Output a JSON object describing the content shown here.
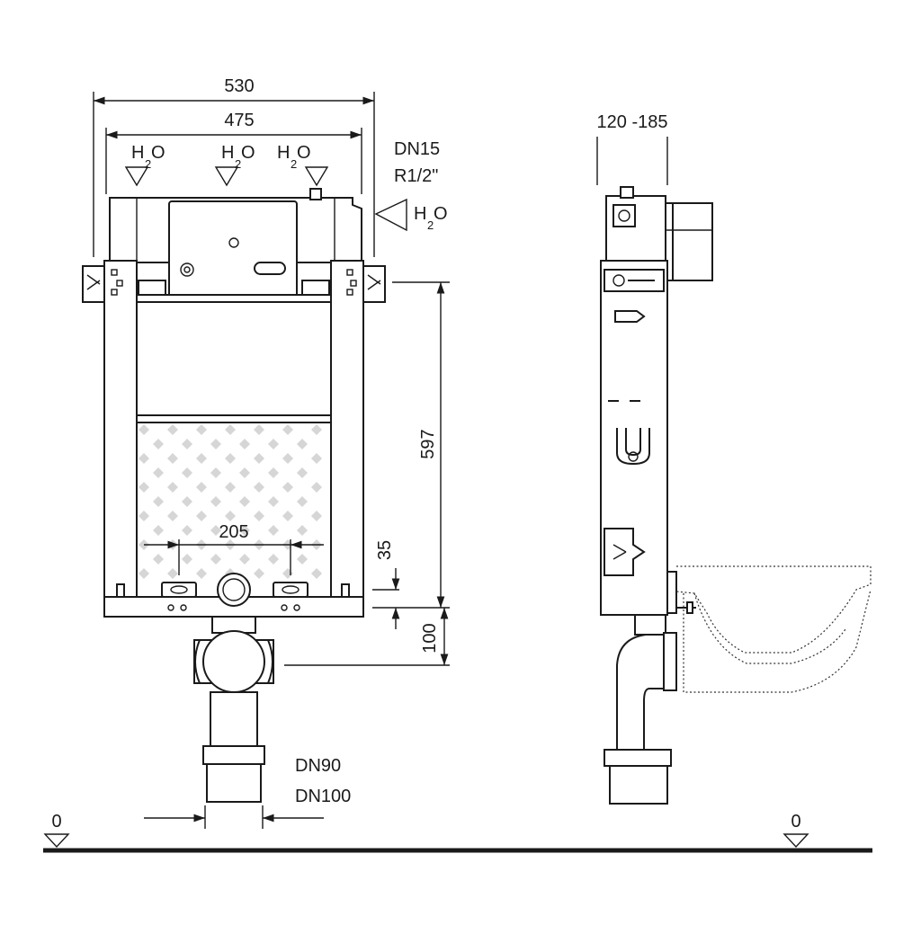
{
  "dimensions": {
    "outer_width": "530",
    "inner_width": "475",
    "depth_range": "120 -185",
    "frame_height": "597",
    "bracket_spacing": "205",
    "bracket_height": "35",
    "outlet_height": "100"
  },
  "labels": {
    "water_inlet_1": "H",
    "water_inlet_2": "H",
    "water_inlet_3": "H",
    "water_side": "H",
    "water_sub": "2",
    "water_o": "O",
    "dn15": "DN15",
    "thread": "R1/2\"",
    "dn90": "DN90",
    "dn100": "DN100",
    "floor_left": "0",
    "floor_right": "0"
  },
  "colors": {
    "ink": "#1a1a1a",
    "pattern": "#d6d6d6"
  }
}
